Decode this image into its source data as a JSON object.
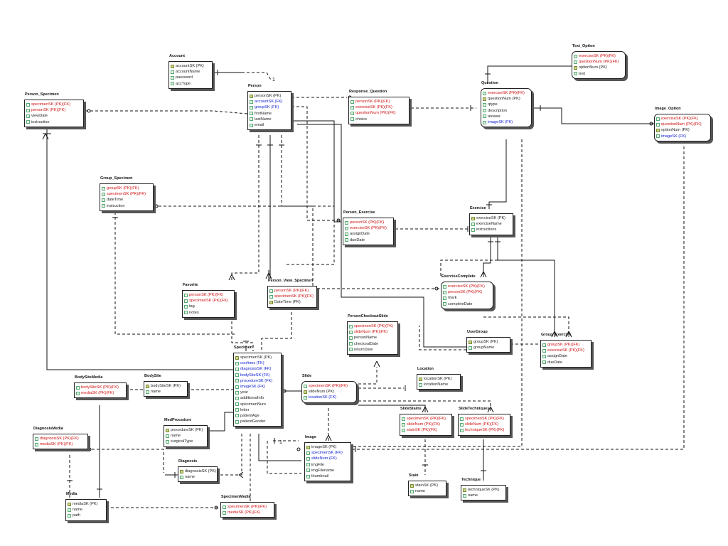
{
  "entities": {
    "account": {
      "title": "Account",
      "attrs": [
        {
          "t": "accountSK (PK)",
          "k": "pk"
        },
        {
          "t": "accountName",
          "k": ""
        },
        {
          "t": "password",
          "k": ""
        },
        {
          "t": "accType",
          "k": ""
        }
      ]
    },
    "text_option": {
      "title": "Text_Option",
      "attrs": [
        {
          "t": "exerciseSK (PK)(FK)",
          "k": "fk"
        },
        {
          "t": "questionNum (PK)(FK)",
          "k": "fk"
        },
        {
          "t": "optionNum (PK)",
          "k": "pk"
        },
        {
          "t": "text",
          "k": ""
        }
      ]
    },
    "person_specimen": {
      "title": "Person_Specimen",
      "attrs": [
        {
          "t": "specimenSK (PK)(FK)",
          "k": "fk"
        },
        {
          "t": "personSK (PK)(FK)",
          "k": "fk"
        },
        {
          "t": "viewDate",
          "k": ""
        },
        {
          "t": "instruction",
          "k": ""
        }
      ]
    },
    "person": {
      "title": "Person",
      "attrs": [
        {
          "t": "personSK (PK)",
          "k": "pk"
        },
        {
          "t": "accountSK (FK)",
          "k": "fkb"
        },
        {
          "t": "groupSK (FK)",
          "k": "fkb"
        },
        {
          "t": "firstName",
          "k": ""
        },
        {
          "t": "lastName",
          "k": ""
        },
        {
          "t": "email",
          "k": ""
        }
      ]
    },
    "response_question": {
      "title": "Response_Question",
      "attrs": [
        {
          "t": "personSK (PK)(FK)",
          "k": "fk"
        },
        {
          "t": "exerciseSK (PK)(FK)",
          "k": "fk"
        },
        {
          "t": "questionNum (PK)(FK)",
          "k": "fk"
        },
        {
          "t": "choice",
          "k": ""
        }
      ]
    },
    "question": {
      "title": "Question",
      "attrs": [
        {
          "t": "exerciseSK (PK)(FK)",
          "k": "fk"
        },
        {
          "t": "questionNum (PK)",
          "k": "pk"
        },
        {
          "t": "qtype",
          "k": ""
        },
        {
          "t": "description",
          "k": ""
        },
        {
          "t": "answer",
          "k": ""
        },
        {
          "t": "imageSK (FK)",
          "k": "fkb"
        }
      ]
    },
    "image_option": {
      "title": "Image_Option",
      "attrs": [
        {
          "t": "exerciseSK (PK)(FK)",
          "k": "fk"
        },
        {
          "t": "questionNum (PK)(FK)",
          "k": "fk"
        },
        {
          "t": "optionNum (PK)",
          "k": "pk"
        },
        {
          "t": "imageSK (FK)",
          "k": "fkb"
        }
      ]
    },
    "group_specimen": {
      "title": "Group_Specimen",
      "attrs": [
        {
          "t": "groupSK (PK)(FK)",
          "k": "fk"
        },
        {
          "t": "specimenSK (PK)(FK)",
          "k": "fk"
        },
        {
          "t": "dateTime",
          "k": ""
        },
        {
          "t": "instruction",
          "k": ""
        }
      ]
    },
    "person_exercise": {
      "title": "Person_Exercise",
      "attrs": [
        {
          "t": "personSK (PK)(FK)",
          "k": "fk"
        },
        {
          "t": "exerciseSK (PK)(FK)",
          "k": "fk"
        },
        {
          "t": "assignDate",
          "k": ""
        },
        {
          "t": "dueDate",
          "k": ""
        }
      ]
    },
    "exercise": {
      "title": "Exercise",
      "attrs": [
        {
          "t": "exerciseSK (PK)",
          "k": "pk"
        },
        {
          "t": "exerciseName",
          "k": ""
        },
        {
          "t": "instructions",
          "k": ""
        }
      ]
    },
    "favorite": {
      "title": "Favorite",
      "attrs": [
        {
          "t": "personSK (PK)(FK)",
          "k": "fk"
        },
        {
          "t": "specimenSK (PK)(FK)",
          "k": "fk"
        },
        {
          "t": "tag",
          "k": ""
        },
        {
          "t": "notes",
          "k": ""
        }
      ]
    },
    "person_view_specimen": {
      "title": "Person_View_Specimen",
      "attrs": [
        {
          "t": "personSK (PK)(FK)",
          "k": "fk"
        },
        {
          "t": "specimenSK (PK)(FK)",
          "k": "fk"
        },
        {
          "t": "DateTime (PK)",
          "k": "pk"
        }
      ]
    },
    "exercise_complete": {
      "title": "ExerciseComplete",
      "attrs": [
        {
          "t": "exerciseSK (PK)(FK)",
          "k": "fk"
        },
        {
          "t": "personSK (PK)(FK)",
          "k": "fk"
        },
        {
          "t": "mark",
          "k": ""
        },
        {
          "t": "completeDate",
          "k": ""
        }
      ]
    },
    "person_checkout_slide": {
      "title": "PersonCheckoutSlide",
      "attrs": [
        {
          "t": "specimenSK (PK)(FK)",
          "k": "fk"
        },
        {
          "t": "slideNum (PK)(FK)",
          "k": "fk"
        },
        {
          "t": "personName",
          "k": ""
        },
        {
          "t": "checkoutDate",
          "k": ""
        },
        {
          "t": "returnDate",
          "k": ""
        }
      ]
    },
    "user_group": {
      "title": "UserGroup",
      "attrs": [
        {
          "t": "groupSK (PK)",
          "k": "pk"
        },
        {
          "t": "groupName",
          "k": ""
        }
      ]
    },
    "group_exercise": {
      "title": "Group_Exercise",
      "attrs": [
        {
          "t": "groupSK (PK)(FK)",
          "k": "fk"
        },
        {
          "t": "exerciseSK (PK)(FK)",
          "k": "fk"
        },
        {
          "t": "assignDate",
          "k": ""
        },
        {
          "t": "dueDate",
          "k": ""
        }
      ]
    },
    "specimen": {
      "title": "Specimen",
      "attrs": [
        {
          "t": "specimenSK (PK)",
          "k": "pk"
        },
        {
          "t": "confirms (FK)",
          "k": "fkb"
        },
        {
          "t": "diagnosisSK (FK)",
          "k": "fkb"
        },
        {
          "t": "bodySiteSK (FK)",
          "k": "fkb"
        },
        {
          "t": "procedureSK (FK)",
          "k": "fkb"
        },
        {
          "t": "imageSK (FK)",
          "k": "fkb"
        },
        {
          "t": "year",
          "k": ""
        },
        {
          "t": "additionalInfo",
          "k": ""
        },
        {
          "t": "specimenNum",
          "k": ""
        },
        {
          "t": "letter",
          "k": ""
        },
        {
          "t": "patientAge",
          "k": ""
        },
        {
          "t": "patientGender",
          "k": ""
        }
      ]
    },
    "body_site_media": {
      "title": "BodySiteMedia",
      "attrs": [
        {
          "t": "bodySiteSK (PK)(FK)",
          "k": "fk"
        },
        {
          "t": "mediaSK (PK)(FK)",
          "k": "fk"
        }
      ]
    },
    "body_site": {
      "title": "BodySite",
      "attrs": [
        {
          "t": "bodySiteSK (PK)",
          "k": "pk"
        },
        {
          "t": "name",
          "k": ""
        }
      ]
    },
    "slide": {
      "title": "Slide",
      "attrs": [
        {
          "t": "specimenSK (PK)(FK)",
          "k": "fk"
        },
        {
          "t": "slideNum (PK)",
          "k": "pk"
        },
        {
          "t": "locationSK (FK)",
          "k": "fkb"
        }
      ]
    },
    "location": {
      "title": "Location",
      "attrs": [
        {
          "t": "locationSK (PK)",
          "k": "pk"
        },
        {
          "t": "locationName",
          "k": ""
        }
      ]
    },
    "diagnosis_media": {
      "title": "DiagnosisMedia",
      "attrs": [
        {
          "t": "diagnosisSK (PK)(FK)",
          "k": "fk"
        },
        {
          "t": "mediaSK (PK)(FK)",
          "k": "fk"
        }
      ]
    },
    "med_procedure": {
      "title": "MedProcedure",
      "attrs": [
        {
          "t": "procedureSK (PK)",
          "k": "pk"
        },
        {
          "t": "name",
          "k": ""
        },
        {
          "t": "surgicalType",
          "k": ""
        }
      ]
    },
    "slide_stains": {
      "title": "SlideStains",
      "attrs": [
        {
          "t": "specimenSK (PK)(FK)",
          "k": "fk"
        },
        {
          "t": "slideNum (PK)(FK)",
          "k": "fk"
        },
        {
          "t": "stainSK (PK)(FK)",
          "k": "fk"
        }
      ]
    },
    "slide_techniques": {
      "title": "SlideTechniques",
      "attrs": [
        {
          "t": "specimenSK (PK)(FK)",
          "k": "fk"
        },
        {
          "t": "slideNum (PK)(FK)",
          "k": "fk"
        },
        {
          "t": "techniqueSK (PK)(FK)",
          "k": "fk"
        }
      ]
    },
    "image": {
      "title": "Image",
      "attrs": [
        {
          "t": "imageSK (PK)",
          "k": "pk"
        },
        {
          "t": "specimenSK (FK)",
          "k": "fkb"
        },
        {
          "t": "slideNum (FK)",
          "k": "fkb"
        },
        {
          "t": "imgFile",
          "k": ""
        },
        {
          "t": "imgFilename",
          "k": ""
        },
        {
          "t": "thumbnail",
          "k": ""
        }
      ]
    },
    "diagnosis": {
      "title": "Diagnosis",
      "attrs": [
        {
          "t": "diagnosisSK (PK)",
          "k": "pk"
        },
        {
          "t": "name",
          "k": ""
        }
      ]
    },
    "stain": {
      "title": "Stain",
      "attrs": [
        {
          "t": "stainSK (PK)",
          "k": "pk"
        },
        {
          "t": "name",
          "k": ""
        }
      ]
    },
    "technique": {
      "title": "Technique",
      "attrs": [
        {
          "t": "techniqueSK (PK)",
          "k": "pk"
        },
        {
          "t": "name",
          "k": ""
        }
      ]
    },
    "media": {
      "title": "Media",
      "attrs": [
        {
          "t": "mediaSK (PK)",
          "k": "pk"
        },
        {
          "t": "name",
          "k": ""
        },
        {
          "t": "path",
          "k": ""
        }
      ]
    },
    "specimen_media": {
      "title": "SpecimenMedia",
      "attrs": [
        {
          "t": "specimenSK (PK)(FK)",
          "k": "fk"
        },
        {
          "t": "mediaSK (PK)(FK)",
          "k": "fk"
        }
      ]
    }
  },
  "marks": {
    "one_a": "1",
    "one_b": "1"
  },
  "colors": {
    "fk_red": "#d01010",
    "fk_blue": "#1020d0",
    "pk_icon": "#c9d48a",
    "border": "#222222"
  }
}
